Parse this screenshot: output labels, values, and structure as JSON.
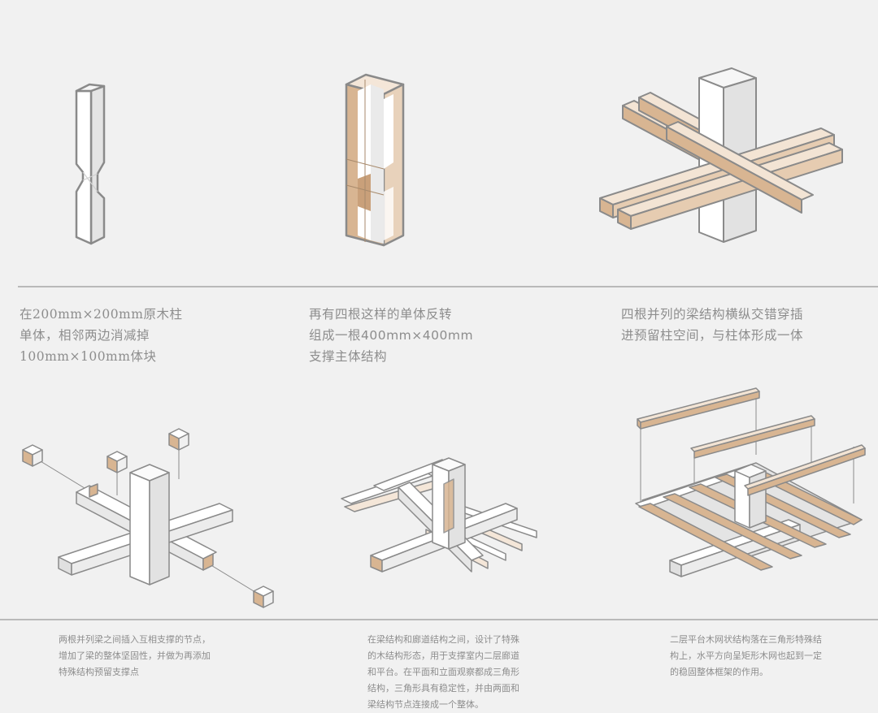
{
  "captions_top": [
    "在200mm×200mm原木柱\n单体，相邻两边消减掉\n100mm×100mm体块",
    "再有四根这样的单体反转\n组成一根400mm×400mm\n支撑主体结构",
    "四根并列的梁结构横纵交错穿插\n进预留柱空间，与柱体形成一体"
  ],
  "captions_bottom": [
    "两根并列梁之间插入互相支撑的节点，\n增加了梁的整体坚固性，并做为再添加\n特殊结构预留支撑点",
    "在梁结构和廊道结构之间，设计了特殊\n的木结构形态，用于支撑室内二层廊道\n和平台。在平面和立面观察都成三角形\n结构，三角形具有稳定性，并由两面和\n梁结构节点连接成一个整体。",
    "二层平台木网状结构落在三角形特殊结\n构上，水平方向呈矩形木网也起到一定\n的稳固整体框架的作用。"
  ],
  "colors": {
    "background": "#f1f1f1",
    "wood": "#d8b592",
    "wood_dark": "#c9a07a",
    "white_face": "#ffffff",
    "shade_face": "#e2e2e2",
    "outline": "#8a8a8a",
    "text": "#8d8d8d"
  }
}
